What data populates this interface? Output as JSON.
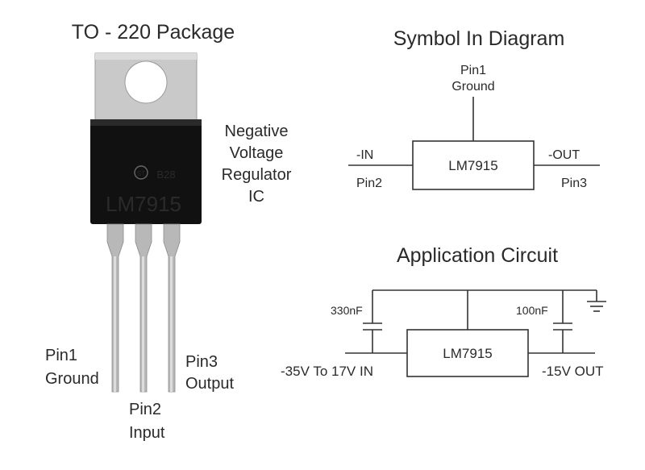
{
  "package": {
    "title": "TO - 220 Package",
    "marking_logo": "ST",
    "marking_code": "B28",
    "part_marking": "LM7915",
    "description": [
      "Negative",
      "Voltage",
      "Regulator",
      "IC"
    ],
    "pins": [
      {
        "line1": "Pin1",
        "line2": "Ground"
      },
      {
        "line1": "Pin2",
        "line2": "Input"
      },
      {
        "line1": "Pin3",
        "line2": "Output"
      }
    ],
    "colors": {
      "tab": "#c9c9c9",
      "body": "#111111",
      "lead": "#b8b8b8"
    }
  },
  "symbol": {
    "title": "Symbol In Diagram",
    "top_pin": {
      "line1": "Pin1",
      "line2": "Ground"
    },
    "part": "LM7915",
    "input_label": "-IN",
    "input_pin": "Pin2",
    "output_label": "-OUT",
    "output_pin": "Pin3"
  },
  "application": {
    "title": "Application Circuit",
    "part": "LM7915",
    "input_cap": "330nF",
    "output_cap": "100nF",
    "input_label": "-35V To 17V IN",
    "output_label": "-15V OUT"
  }
}
